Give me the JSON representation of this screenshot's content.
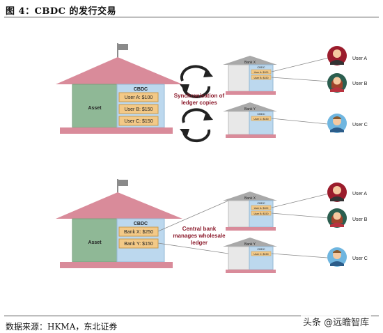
{
  "figure": {
    "title": "图 4：CBDC 的发行交易",
    "source": "数据来源：HKMA，东北证券",
    "watermark": "头条 @远瞻智库"
  },
  "top_diagram": {
    "central_bank": {
      "asset_label": "Asset",
      "cbdc_label": "CBDC",
      "ledger_rows": [
        "User A: $100",
        "User B: $150",
        "User C: $150"
      ]
    },
    "sync_label_line1": "Synchronisation of",
    "sync_label_line2": "ledger copies",
    "bank_x": {
      "name": "Bank X",
      "cbdc_label": "CBDC",
      "rows": [
        "User A: $100",
        "User B: $150"
      ]
    },
    "bank_y": {
      "name": "Bank Y",
      "cbdc_label": "CBDC",
      "rows": [
        "User C: $150"
      ]
    },
    "users": [
      "User A",
      "User B",
      "User C"
    ]
  },
  "bottom_diagram": {
    "central_bank": {
      "asset_label": "Asset",
      "cbdc_label": "CBDC",
      "ledger_rows": [
        "Bank X: $250",
        "Bank Y: $150"
      ]
    },
    "manage_label_line1": "Central bank",
    "manage_label_line2": "manages wholesale",
    "manage_label_line3": "ledger",
    "bank_x": {
      "name": "Bank X",
      "cbdc_label": "CBDC",
      "rows": [
        "User A: $100",
        "User B: $150"
      ]
    },
    "bank_y": {
      "name": "Bank Y",
      "cbdc_label": "CBDC",
      "rows": [
        "User C: $150"
      ]
    },
    "users": [
      "User A",
      "User B",
      "User C"
    ]
  },
  "colors": {
    "roof": "#d98b9a",
    "base": "#d98b9a",
    "asset_wall": "#8fb896",
    "cbdc_wall": "#bcd8ee",
    "ledger_box": "#f3c987",
    "bank_roof": "#a9a9a9",
    "bank_wall": "#e8e8e8",
    "label_red": "#8b1a2b"
  }
}
